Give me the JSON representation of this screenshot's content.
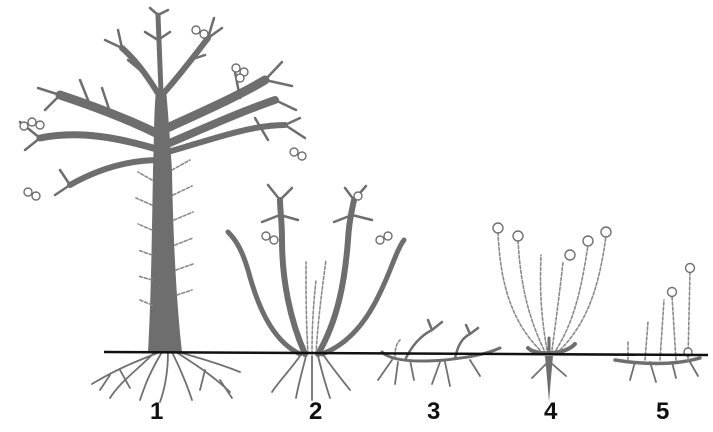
{
  "labels": [
    "1",
    "2",
    "3",
    "4",
    "5"
  ],
  "colors": {
    "background": "#ffffff",
    "plant": "#6e6e6e",
    "ground_line": "#111111",
    "label": "#111111"
  }
}
